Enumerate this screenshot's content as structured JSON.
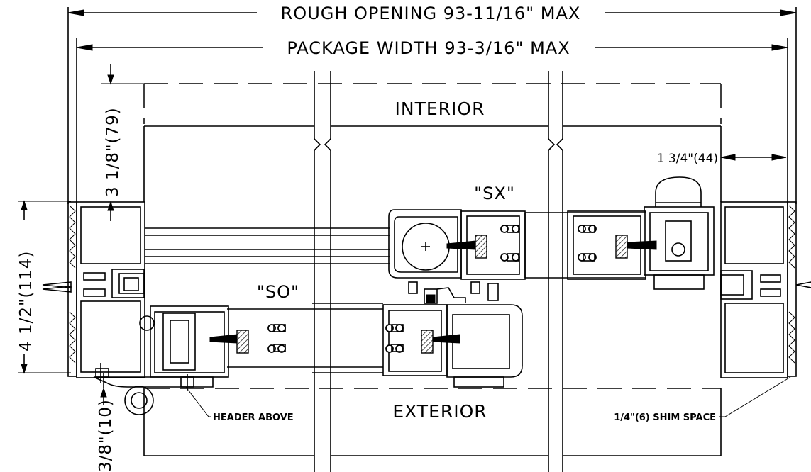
{
  "dimensions": {
    "rough_opening": "ROUGH OPENING 93-11/16\" MAX",
    "package_width": "PACKAGE WIDTH 93-3/16\" MAX",
    "top_clearance": "3 1/8\"(79)",
    "frame_depth": "4 1/2\"(114)",
    "bottom_clearance": "3/8\"(10)",
    "jamb_offset": "1 3/4\"(44)"
  },
  "labels": {
    "interior": "INTERIOR",
    "exterior": "EXTERIOR",
    "panel_sx": "\"SX\"",
    "panel_so": "\"SO\"",
    "header_above": "HEADER ABOVE",
    "shim_space": "1/4\"(6) SHIM SPACE"
  }
}
